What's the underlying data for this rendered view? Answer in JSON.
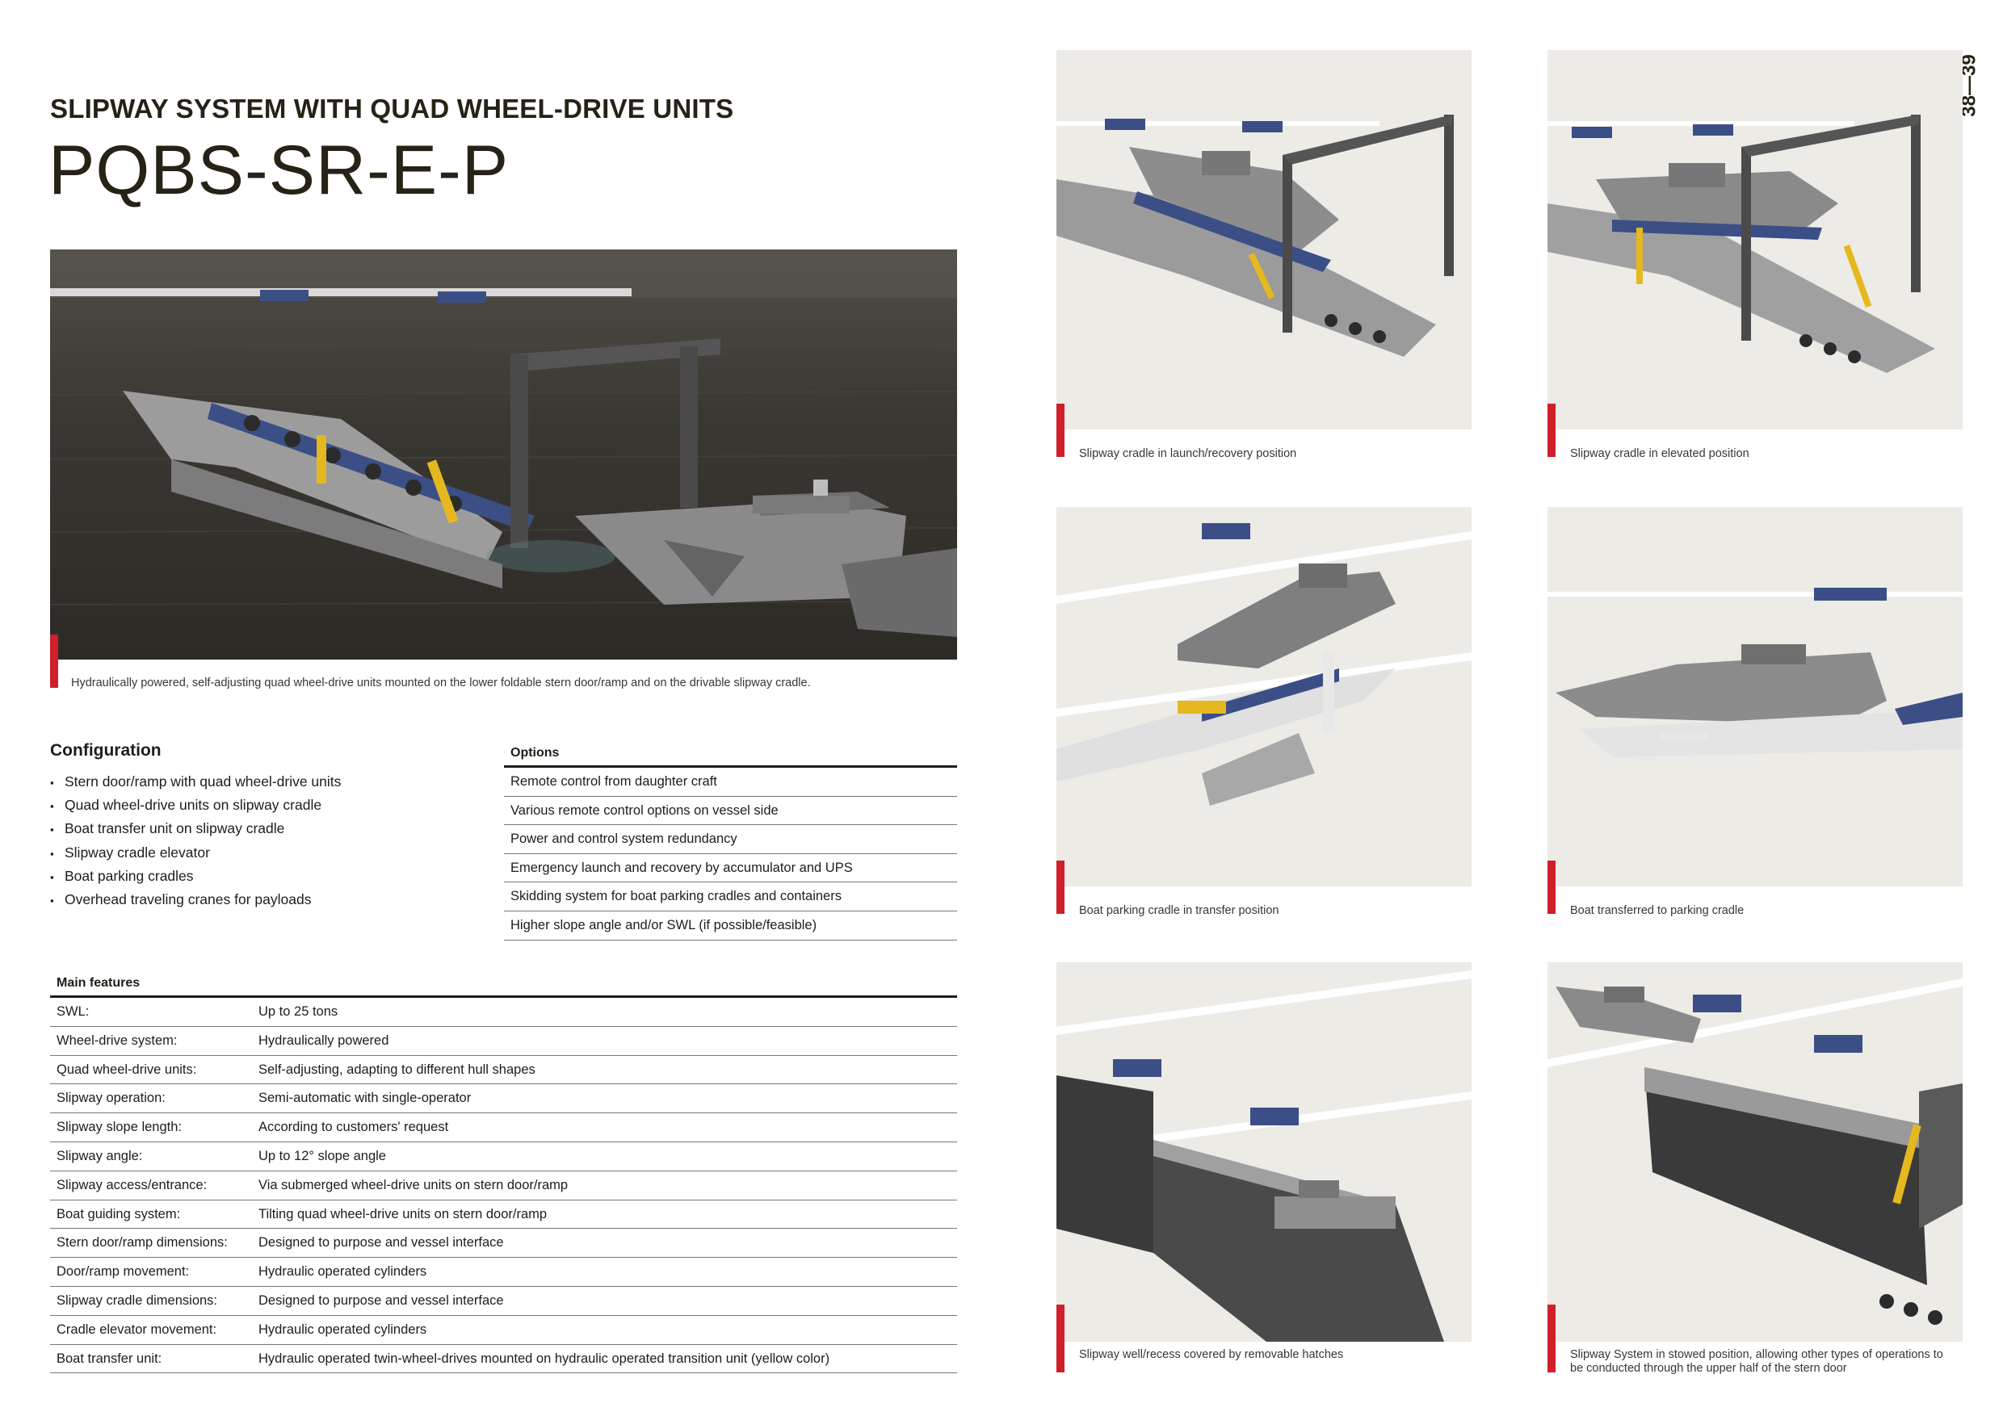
{
  "header": {
    "subtitle": "SLIPWAY SYSTEM WITH QUAD WHEEL-DRIVE UNITS",
    "title": "PQBS-SR-E-P",
    "page_numbers": "38—39"
  },
  "hero": {
    "caption": "Hydraulically powered, self-adjusting quad wheel-drive units mounted on the lower foldable stern door/ramp and on the drivable slipway cradle."
  },
  "configuration": {
    "heading": "Configuration",
    "items": [
      "Stern door/ramp with quad wheel-drive units",
      "Quad wheel-drive units on slipway cradle",
      "Boat transfer unit on slipway cradle",
      "Slipway cradle elevator",
      "Boat parking cradles",
      "Overhead traveling cranes for payloads"
    ]
  },
  "options": {
    "heading": "Options",
    "items": [
      "Remote control from daughter craft",
      "Various remote control options on vessel side",
      "Power and control system redundancy",
      "Emergency launch and recovery by accumulator and UPS",
      "Skidding system for boat parking cradles and containers",
      "Higher slope angle and/or SWL (if possible/feasible)"
    ]
  },
  "main_features": {
    "heading": "Main features",
    "rows": [
      {
        "key": "SWL:",
        "value": "Up to 25 tons"
      },
      {
        "key": "Wheel-drive system:",
        "value": "Hydraulically powered"
      },
      {
        "key": "Quad wheel-drive units:",
        "value": "Self-adjusting, adapting to different hull shapes"
      },
      {
        "key": "Slipway operation:",
        "value": "Semi-automatic with single-operator"
      },
      {
        "key": "Slipway slope length:",
        "value": "According to customers' request"
      },
      {
        "key": "Slipway angle:",
        "value": "Up to 12° slope angle"
      },
      {
        "key": "Slipway access/entrance:",
        "value": "Via submerged wheel-drive units on stern door/ramp"
      },
      {
        "key": "Boat guiding system:",
        "value": "Tilting quad wheel-drive units on stern door/ramp"
      },
      {
        "key": "Stern door/ramp dimensions:",
        "value": "Designed to purpose and vessel interface"
      },
      {
        "key": "Door/ramp movement:",
        "value": "Hydraulic operated cylinders"
      },
      {
        "key": "Slipway cradle dimensions:",
        "value": "Designed to purpose and vessel interface"
      },
      {
        "key": "Cradle elevator movement:",
        "value": "Hydraulic operated cylinders"
      },
      {
        "key": "Boat transfer unit:",
        "value": "Hydraulic operated twin-wheel-drives mounted on hydraulic operated transition unit (yellow color)"
      }
    ]
  },
  "figures": [
    {
      "caption": "Slipway cradle in launch/recovery position"
    },
    {
      "caption": "Slipway cradle in elevated position"
    },
    {
      "caption": "Boat parking cradle in transfer position"
    },
    {
      "caption": "Boat transferred to parking cradle"
    },
    {
      "caption": "Slipway well/recess covered by removable hatches"
    },
    {
      "caption": "Slipway System in stowed position, allowing other types of operations to be conducted through the upper half of the stern door"
    }
  ],
  "colors": {
    "accent_red": "#cf1f2a",
    "text": "#1f1d17",
    "tile_bg": "#ecebe6",
    "wheel_unit_blue": "#3b4f86",
    "transfer_unit_yellow": "#e6b820"
  }
}
